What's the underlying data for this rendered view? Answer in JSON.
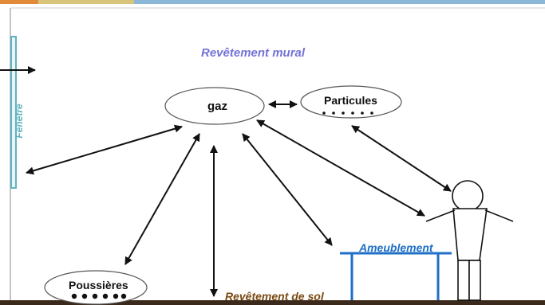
{
  "labels": {
    "wall": "Revêtement mural",
    "gas": "gaz",
    "particles": "Particules",
    "dust": "Poussières",
    "furniture": "Ameublement",
    "floor": "Revêtement de sol",
    "window": "Fenêtre"
  },
  "colors": {
    "wall_label": "#7472d6",
    "window": "#5fb3bf",
    "furniture": "#1f6fc6",
    "floor": "#7a4a12",
    "floor_bar": "#3b2a1c",
    "ellipse_stroke": "#555555",
    "arrow": "#111111"
  }
}
